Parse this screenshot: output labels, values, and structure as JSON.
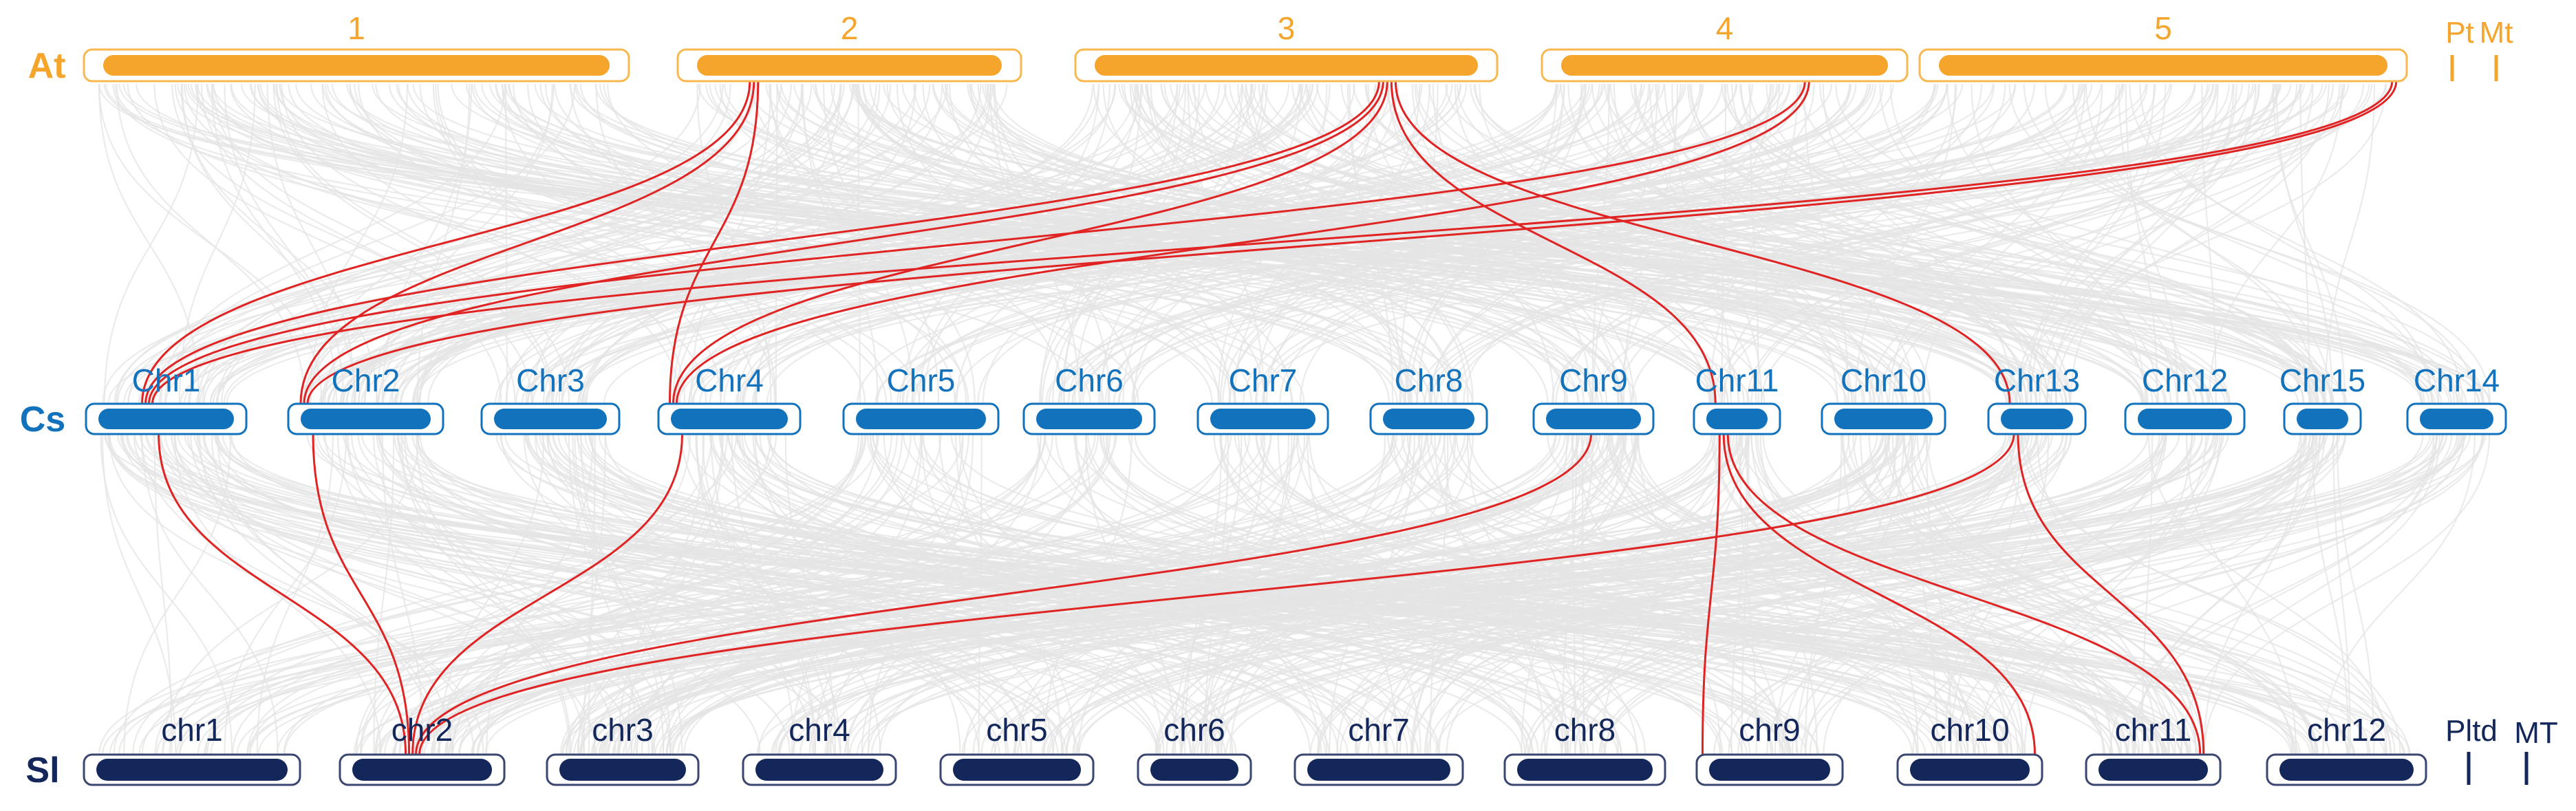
{
  "colors": {
    "at": "#f5a52c",
    "at_outline": "#f7b850",
    "cs": "#1272bb",
    "sl": "#14275a",
    "sl_outline": "#3a4670",
    "background_links": "#e4e4e4",
    "highlight_links": "#e02323"
  },
  "species": [
    {
      "id": "at",
      "label": "At",
      "chromosomes": [
        {
          "name": "1"
        },
        {
          "name": "2"
        },
        {
          "name": "3"
        },
        {
          "name": "4"
        },
        {
          "name": "5"
        }
      ],
      "organelles": [
        {
          "name": "Pt"
        },
        {
          "name": "Mt"
        }
      ]
    },
    {
      "id": "cs",
      "label": "Cs",
      "chromosomes": [
        {
          "name": "Chr1"
        },
        {
          "name": "Chr2"
        },
        {
          "name": "Chr3"
        },
        {
          "name": "Chr4"
        },
        {
          "name": "Chr5"
        },
        {
          "name": "Chr6"
        },
        {
          "name": "Chr7"
        },
        {
          "name": "Chr8"
        },
        {
          "name": "Chr9"
        },
        {
          "name": "Chr11"
        },
        {
          "name": "Chr10"
        },
        {
          "name": "Chr13"
        },
        {
          "name": "Chr12"
        },
        {
          "name": "Chr15"
        },
        {
          "name": "Chr14"
        }
      ],
      "organelles": []
    },
    {
      "id": "sl",
      "label": "Sl",
      "chromosomes": [
        {
          "name": "chr1"
        },
        {
          "name": "chr2"
        },
        {
          "name": "chr3"
        },
        {
          "name": "chr4"
        },
        {
          "name": "chr5"
        },
        {
          "name": "chr6"
        },
        {
          "name": "chr7"
        },
        {
          "name": "chr8"
        },
        {
          "name": "chr9"
        },
        {
          "name": "chr10"
        },
        {
          "name": "chr11"
        },
        {
          "name": "chr12"
        }
      ],
      "organelles": [
        {
          "name": "Pltd"
        },
        {
          "name": "MT"
        }
      ]
    }
  ],
  "highlight_links": [
    {
      "from": "At:2",
      "to": "Cs:Chr1"
    },
    {
      "from": "At:2",
      "to": "Cs:Chr2"
    },
    {
      "from": "At:2",
      "to": "Cs:Chr4"
    },
    {
      "from": "At:3",
      "to": "Cs:Chr1"
    },
    {
      "from": "At:3",
      "to": "Cs:Chr2"
    },
    {
      "from": "At:3",
      "to": "Cs:Chr4"
    },
    {
      "from": "At:3",
      "to": "Cs:Chr11"
    },
    {
      "from": "At:3",
      "to": "Cs:Chr13"
    },
    {
      "from": "At:4",
      "to": "Cs:Chr1"
    },
    {
      "from": "At:4",
      "to": "Cs:Chr4"
    },
    {
      "from": "At:5",
      "to": "Cs:Chr1"
    },
    {
      "from": "At:5",
      "to": "Cs:Chr2"
    },
    {
      "from": "Cs:Chr1",
      "to": "Sl:chr2"
    },
    {
      "from": "Cs:Chr2",
      "to": "Sl:chr2"
    },
    {
      "from": "Cs:Chr4",
      "to": "Sl:chr2"
    },
    {
      "from": "Cs:Chr9",
      "to": "Sl:chr2"
    },
    {
      "from": "Cs:Chr13",
      "to": "Sl:chr2"
    },
    {
      "from": "Cs:Chr11",
      "to": "Sl:chr9"
    },
    {
      "from": "Cs:Chr11",
      "to": "Sl:chr10"
    },
    {
      "from": "Cs:Chr11",
      "to": "Sl:chr11"
    },
    {
      "from": "Cs:Chr13",
      "to": "Sl:chr11"
    }
  ]
}
